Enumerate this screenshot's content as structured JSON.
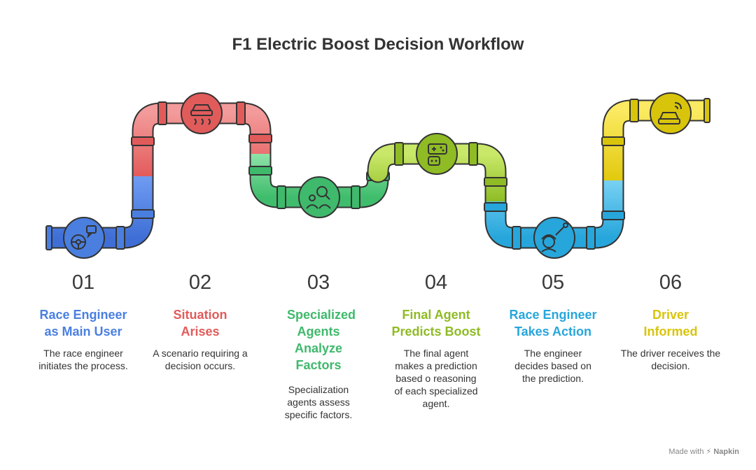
{
  "title": "F1 Electric Boost Decision Workflow",
  "steps": [
    {
      "number": "01",
      "label": "Race Engineer as Main User",
      "description": "The race engineer initiates the process.",
      "color": "#4a7fe0",
      "icon": "steering-wheel-chat-icon"
    },
    {
      "number": "02",
      "label": "Situation Arises",
      "description": "A scenario requiring a decision occurs.",
      "color": "#e15b5b",
      "icon": "car-skid-icon"
    },
    {
      "number": "03",
      "label": "Specialized Agents Analyze Factors",
      "description": "Specialization agents assess specific factors.",
      "color": "#3fb96c",
      "icon": "team-analysis-icon"
    },
    {
      "number": "04",
      "label": "Final Agent Predicts Boost",
      "description": "The final agent makes a prediction based o reasoning of each specialized agent.",
      "color": "#8fbb24",
      "icon": "robot-controller-icon"
    },
    {
      "number": "05",
      "label": "Race Engineer Takes Action",
      "description": "The engineer decides based on the prediction.",
      "color": "#27a6db",
      "icon": "engineer-wrench-icon"
    },
    {
      "number": "06",
      "label": "Driver Informed",
      "description": "The driver receives the decision.",
      "color": "#d9c40c",
      "icon": "connected-car-icon"
    }
  ],
  "footer": {
    "made_with": "Made with",
    "brand": "Napkin"
  }
}
